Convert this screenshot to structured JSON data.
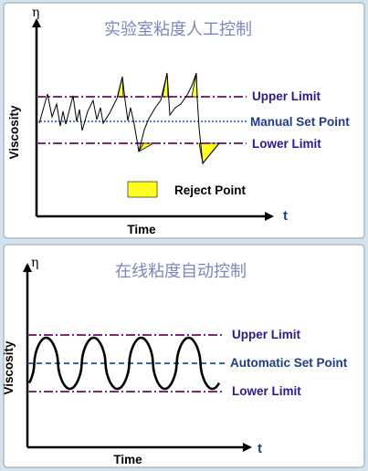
{
  "colors": {
    "limit_line": "#7a2a7a",
    "setpoint_line": "#1f4fb0",
    "label_text": "#2a1a8a",
    "reject_fill": "#ffff22",
    "title_text": "#7d86bf"
  },
  "panel_manual": {
    "title": "实验室粘度人工控制",
    "y_symbol": "η",
    "y_label": "Viscosity",
    "x_label": "Time",
    "x_symbol": "t",
    "upper_label": "Upper Limit",
    "set_label": "Manual Set Point",
    "lower_label": "Lower Limit",
    "legend_label": "Reject Point"
  },
  "panel_auto": {
    "title": "在线粘度自动控制",
    "y_symbol": "η",
    "y_label": "Viscosity",
    "x_label": "Time",
    "x_symbol": "t",
    "upper_label": "Upper Limit",
    "set_label": "Automatic Set Point",
    "lower_label": "Lower Limit"
  }
}
